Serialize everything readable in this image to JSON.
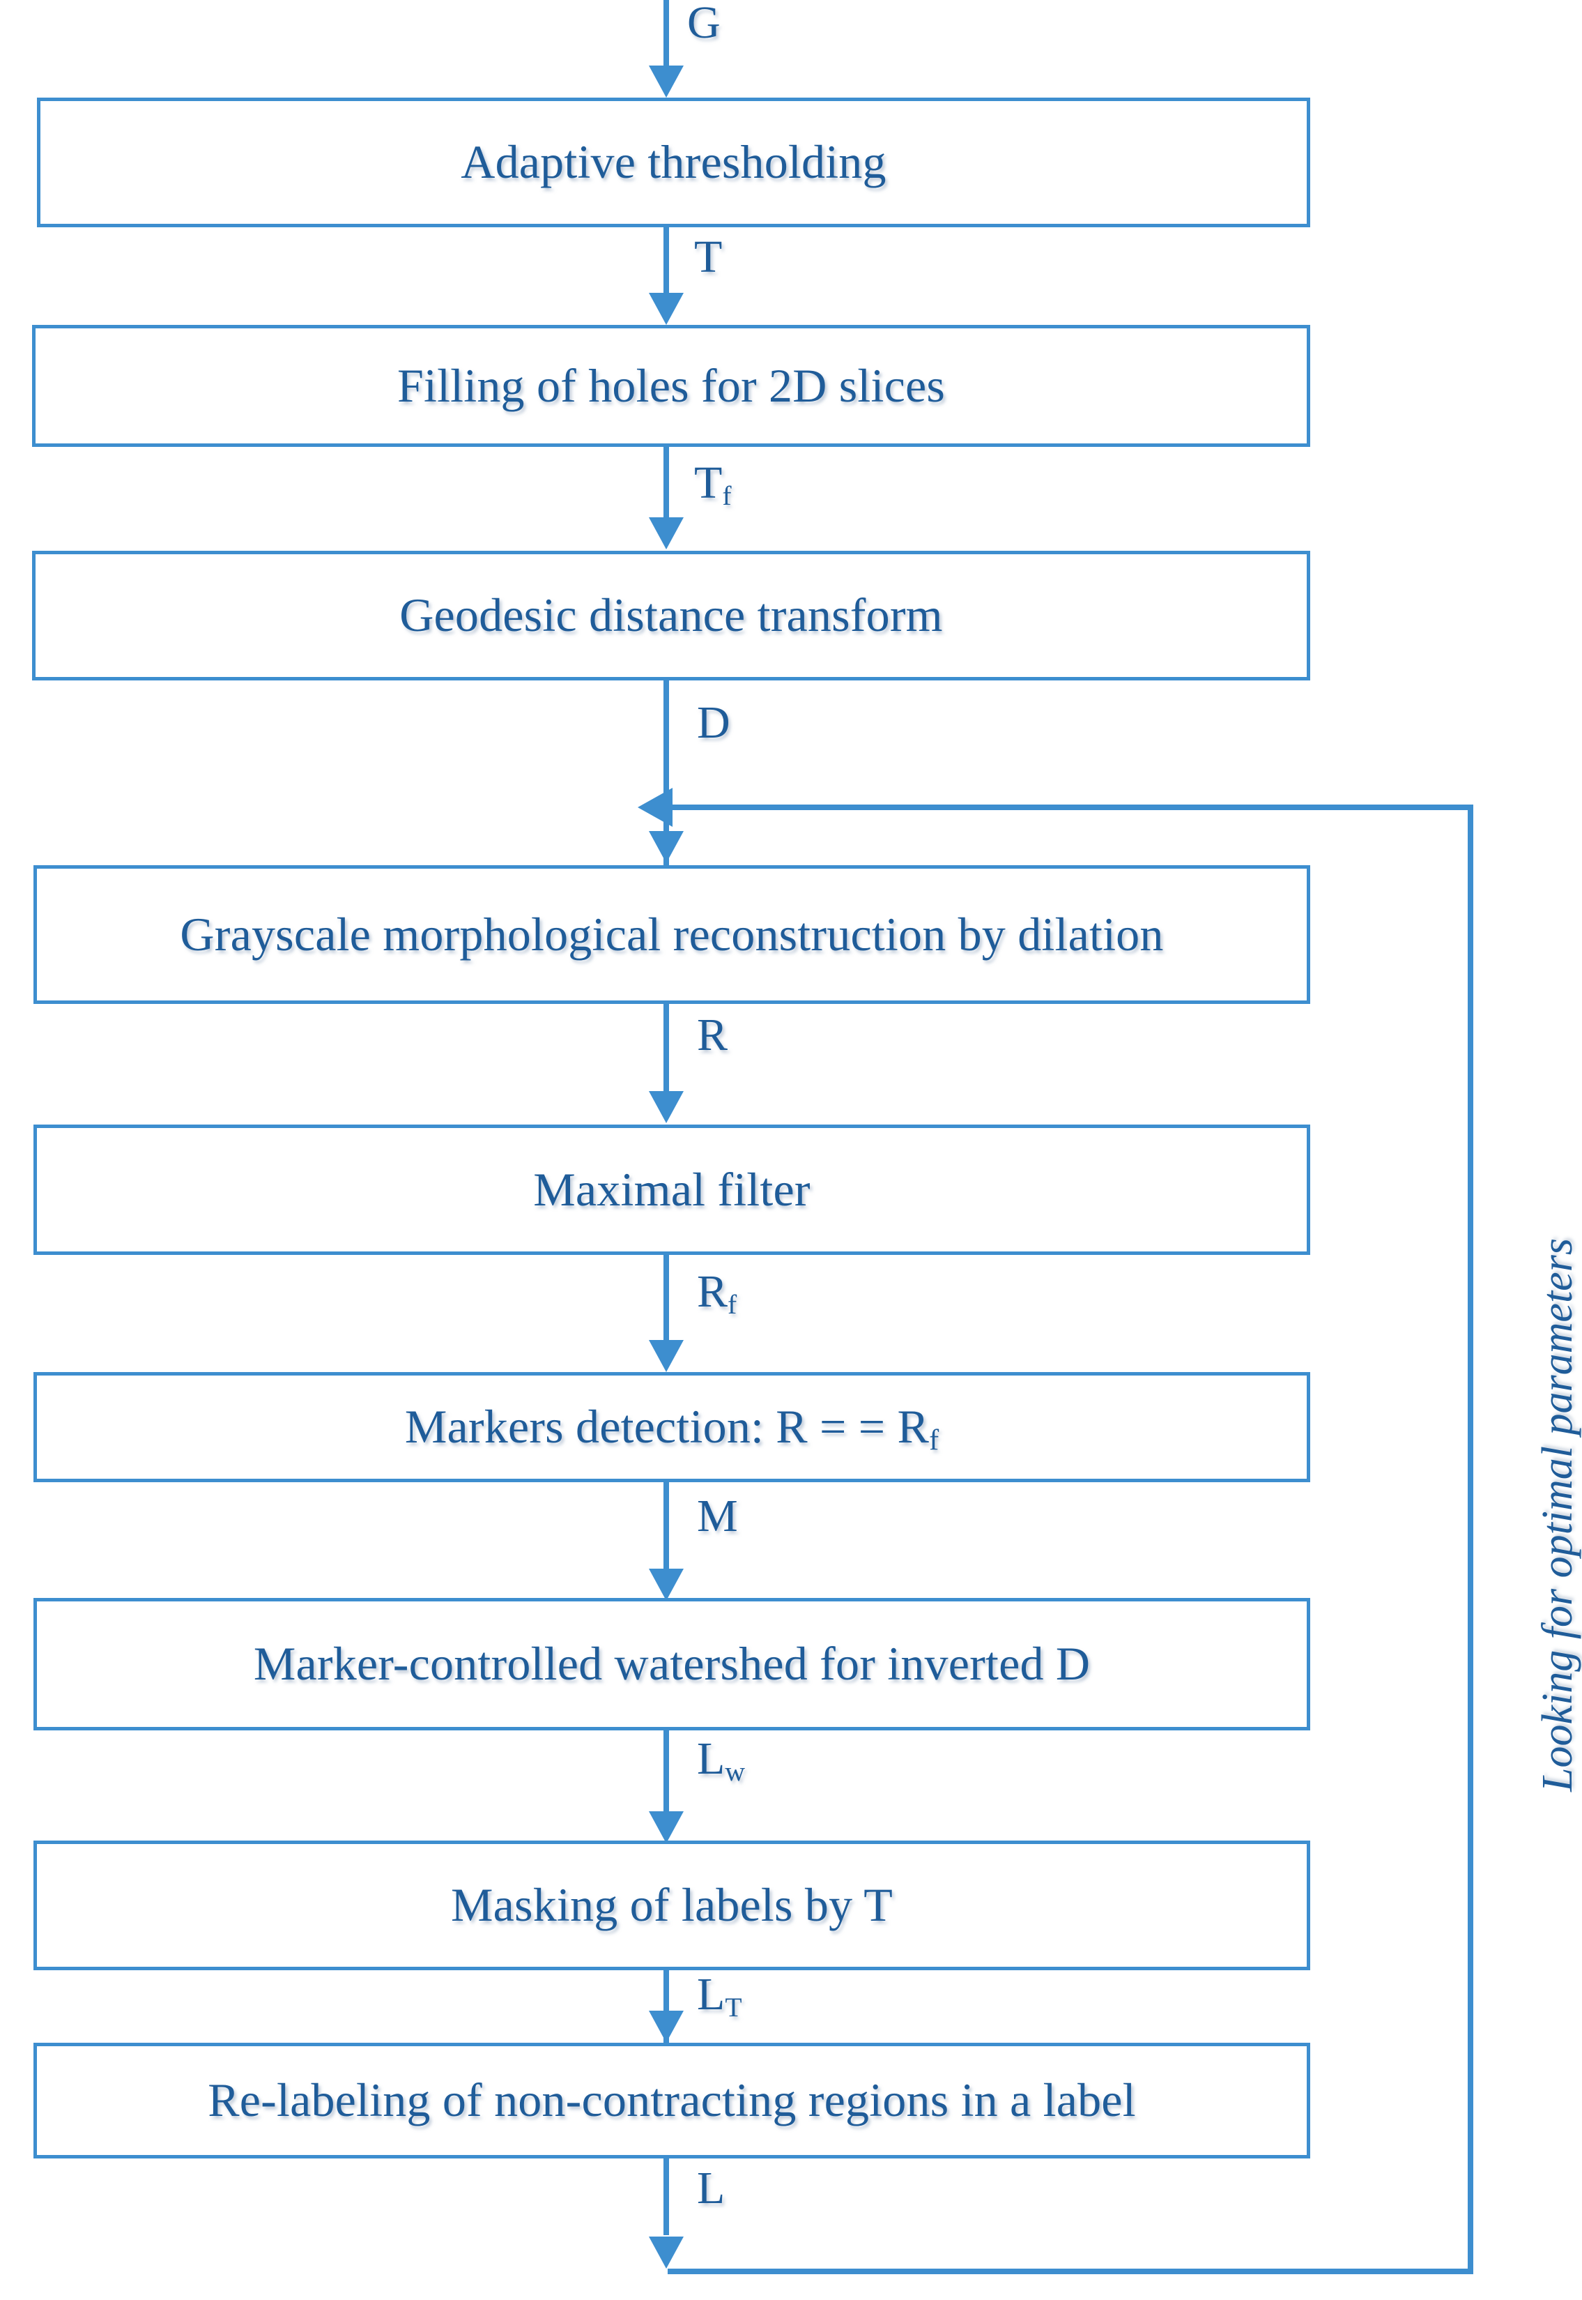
{
  "diagram": {
    "title": "Image segmentation pipeline flowchart",
    "accent_color": "#3d8ecf",
    "text_color": "#1f5c99",
    "background_color": "#ffffff",
    "input_label": "G",
    "loop_caption": "Looking for optimal parameters",
    "steps": [
      {
        "id": "adaptive-thresholding",
        "label": "Adaptive thresholding"
      },
      {
        "id": "filling-of-holes",
        "label": "Filling of holes for 2D slices"
      },
      {
        "id": "geodesic-distance-transform",
        "label": "Geodesic distance transform"
      },
      {
        "id": "grayscale-morphological-reconstruction",
        "label": "Grayscale morphological reconstruction by dilation"
      },
      {
        "id": "maximal-filter",
        "label": "Maximal filter"
      },
      {
        "id": "markers-detection",
        "label_prefix": "Markers detection: R = = R",
        "label_sub": "f"
      },
      {
        "id": "marker-controlled-watershed",
        "label": "Marker-controlled watershed for inverted D"
      },
      {
        "id": "masking-of-labels",
        "label": "Masking of labels by T"
      },
      {
        "id": "re-labeling",
        "label": "Re-labeling of non-contracting regions in a label"
      }
    ],
    "edges": [
      {
        "id": "edge-g",
        "base": "G",
        "sub": ""
      },
      {
        "id": "edge-t",
        "base": "T",
        "sub": ""
      },
      {
        "id": "edge-tf",
        "base": "T",
        "sub": "f"
      },
      {
        "id": "edge-d",
        "base": "D",
        "sub": ""
      },
      {
        "id": "edge-r",
        "base": "R",
        "sub": ""
      },
      {
        "id": "edge-rf",
        "base": "R",
        "sub": "f"
      },
      {
        "id": "edge-m",
        "base": "M",
        "sub": ""
      },
      {
        "id": "edge-lw",
        "base": "L",
        "sub": "w"
      },
      {
        "id": "edge-lt",
        "base": "L",
        "sub": "T"
      },
      {
        "id": "edge-l",
        "base": "L",
        "sub": ""
      }
    ]
  }
}
